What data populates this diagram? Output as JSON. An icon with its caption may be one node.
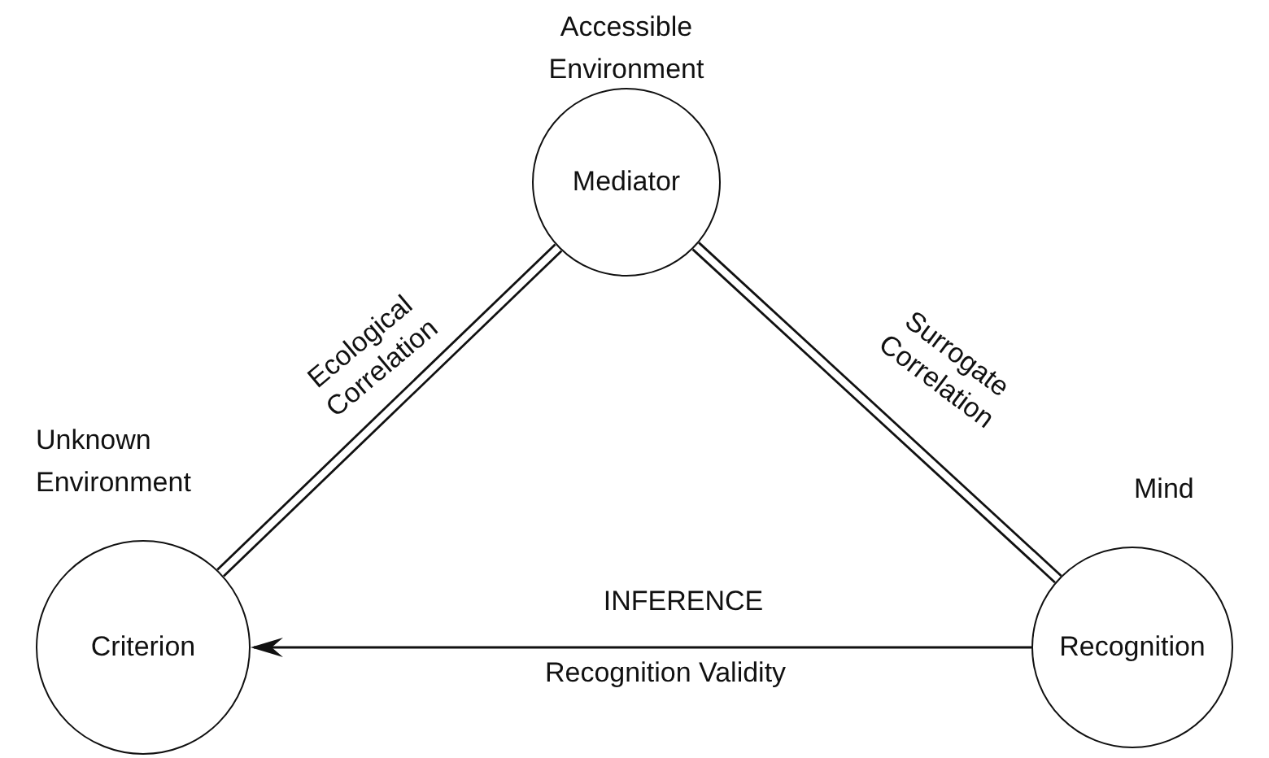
{
  "diagram": {
    "nodes": [
      {
        "text": [
          "Mediator"
        ],
        "beside": [
          "Accessible Environment"
        ]
      },
      {
        "text": [
          "Criterion"
        ],
        "beside": [
          "Unknown Environment"
        ]
      },
      {
        "text": [
          "Recognition"
        ],
        "beside": [
          "Mind"
        ]
      }
    ],
    "edges": [
      {
        "from": 0,
        "to": 1,
        "arrow": "none",
        "label": "Ecological Correlation"
      },
      {
        "from": 0,
        "to": 2,
        "arrow": "none",
        "label": "Surrogate Correlation"
      },
      {
        "from": 2,
        "to": 1,
        "arrow": "to",
        "label": "INFERENCE"
      }
    ],
    "labels": [
      "Recognition Validity"
    ]
  }
}
